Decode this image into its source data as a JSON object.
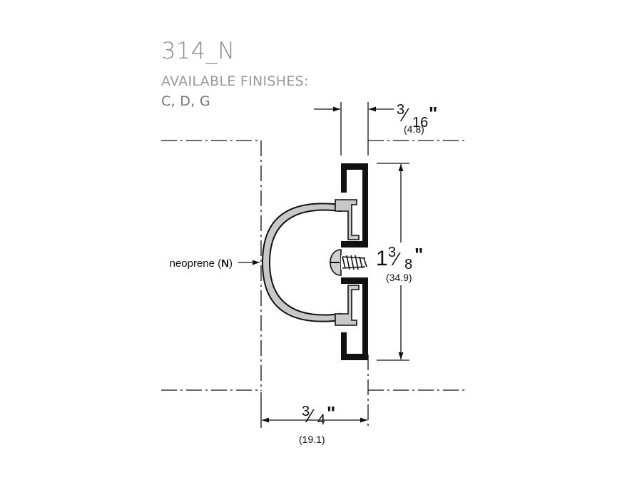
{
  "header": {
    "title": "314_N",
    "finishes_label": "AVAILABLE FINISHES:",
    "finishes_list": "C, D, G"
  },
  "dimensions": {
    "thickness": {
      "whole": "",
      "numerator": "3",
      "denominator": "16",
      "unit": "\"",
      "metric": "(4.8)"
    },
    "height": {
      "whole": "1",
      "numerator": "3",
      "denominator": "8",
      "unit": "\"",
      "metric": "(34.9)"
    },
    "depth": {
      "whole": "",
      "numerator": "3",
      "denominator": "4",
      "unit": "\"",
      "metric": "(19.1)"
    }
  },
  "callouts": {
    "material_prefix": "neoprene (",
    "material_code": "N",
    "material_suffix": ")"
  },
  "colors": {
    "line": "#111111",
    "gasket_fill": "#c8c8c8",
    "channel_fill": "#cfcfcf",
    "text_gray": "#8a8a8a"
  }
}
